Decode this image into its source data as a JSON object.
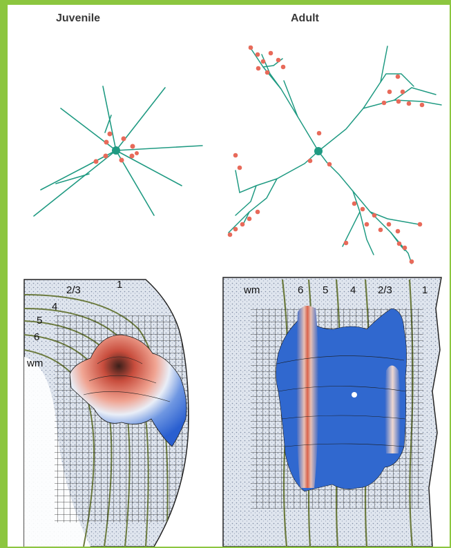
{
  "titles": {
    "left": "Juvenile",
    "right": "Adult"
  },
  "left_layers": [
    "2/3",
    "1",
    "4",
    "5",
    "6",
    "wm"
  ],
  "right_layers": [
    "wm",
    "6",
    "5",
    "4",
    "2/3",
    "1"
  ],
  "colors": {
    "border": "#8cc63f",
    "dendrite": "#1f9a82",
    "synapse": "#e86a5a",
    "heat_high": "#d9634c",
    "heat_low": "#2f63c9",
    "grid": "#1a1a1a",
    "layer_line": "#6b7a3e"
  }
}
